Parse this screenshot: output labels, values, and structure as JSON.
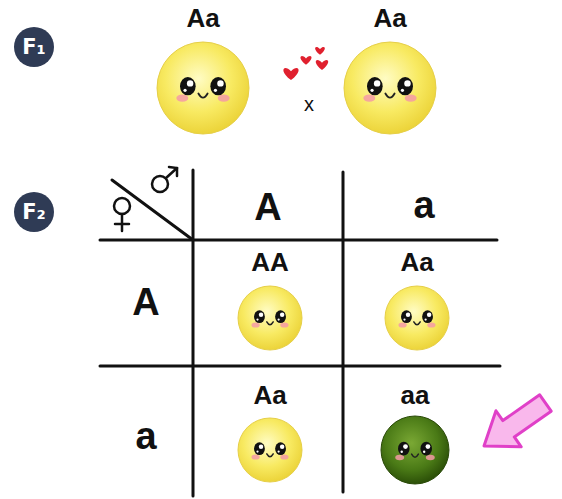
{
  "diagram": {
    "nodes": [
      {
        "text": [
          "F₁"
        ]
      },
      {
        "text": [
          "Aa"
        ]
      },
      {
        "text": [
          "Aa"
        ]
      },
      {
        "text": [
          "F₂"
        ]
      },
      {
        "text": [
          "AA"
        ]
      },
      {
        "text": [
          "Aa"
        ]
      },
      {
        "text": [
          "Aa"
        ]
      },
      {
        "text": [
          "aa"
        ]
      }
    ],
    "labels": [
      "x",
      "A",
      "a",
      "A",
      "a"
    ]
  }
}
